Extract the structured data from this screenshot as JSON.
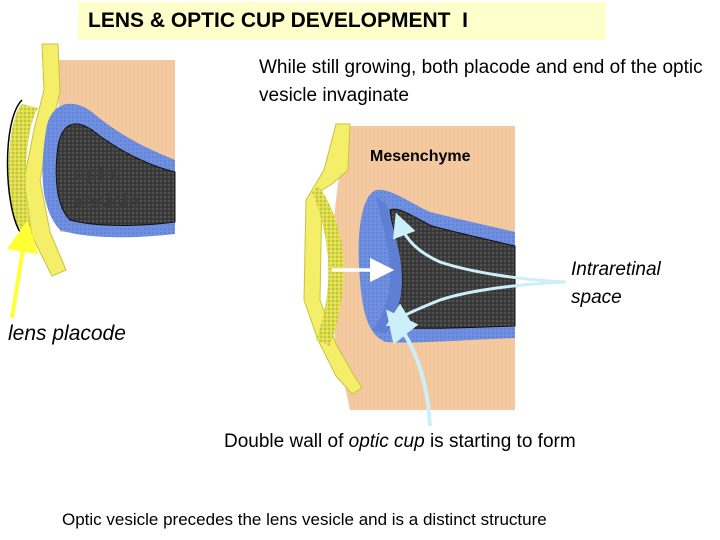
{
  "title": "LENS & OPTIC CUP DEVELOPMENT  I",
  "subtitle": "While still growing, both placode and end of the optic vesicle invaginate",
  "labels": {
    "optic_vesicle": "optic\nvesicle",
    "mesenchyme": "Mesenchyme",
    "intraretinal_space": "Intraretinal\nspace",
    "lens_placode": "lens placode"
  },
  "caption": {
    "before": "Double wall of ",
    "emphasis": "optic cup",
    "after": " is starting to form"
  },
  "footer": "Optic vesicle precedes the lens vesicle and is a distinct structure",
  "colors": {
    "mesenchyme": "#f5c9a0",
    "neuroectoderm": "#6f8fe0",
    "vesicle_lumen": "#3c3c3c",
    "placode": "#d8d84a",
    "surface_ectoderm": "#f5ee68",
    "arrow_yellow": "#ffff33",
    "arrow_light_blue": "#cdeffa",
    "title_bg": "#ffffcc"
  }
}
